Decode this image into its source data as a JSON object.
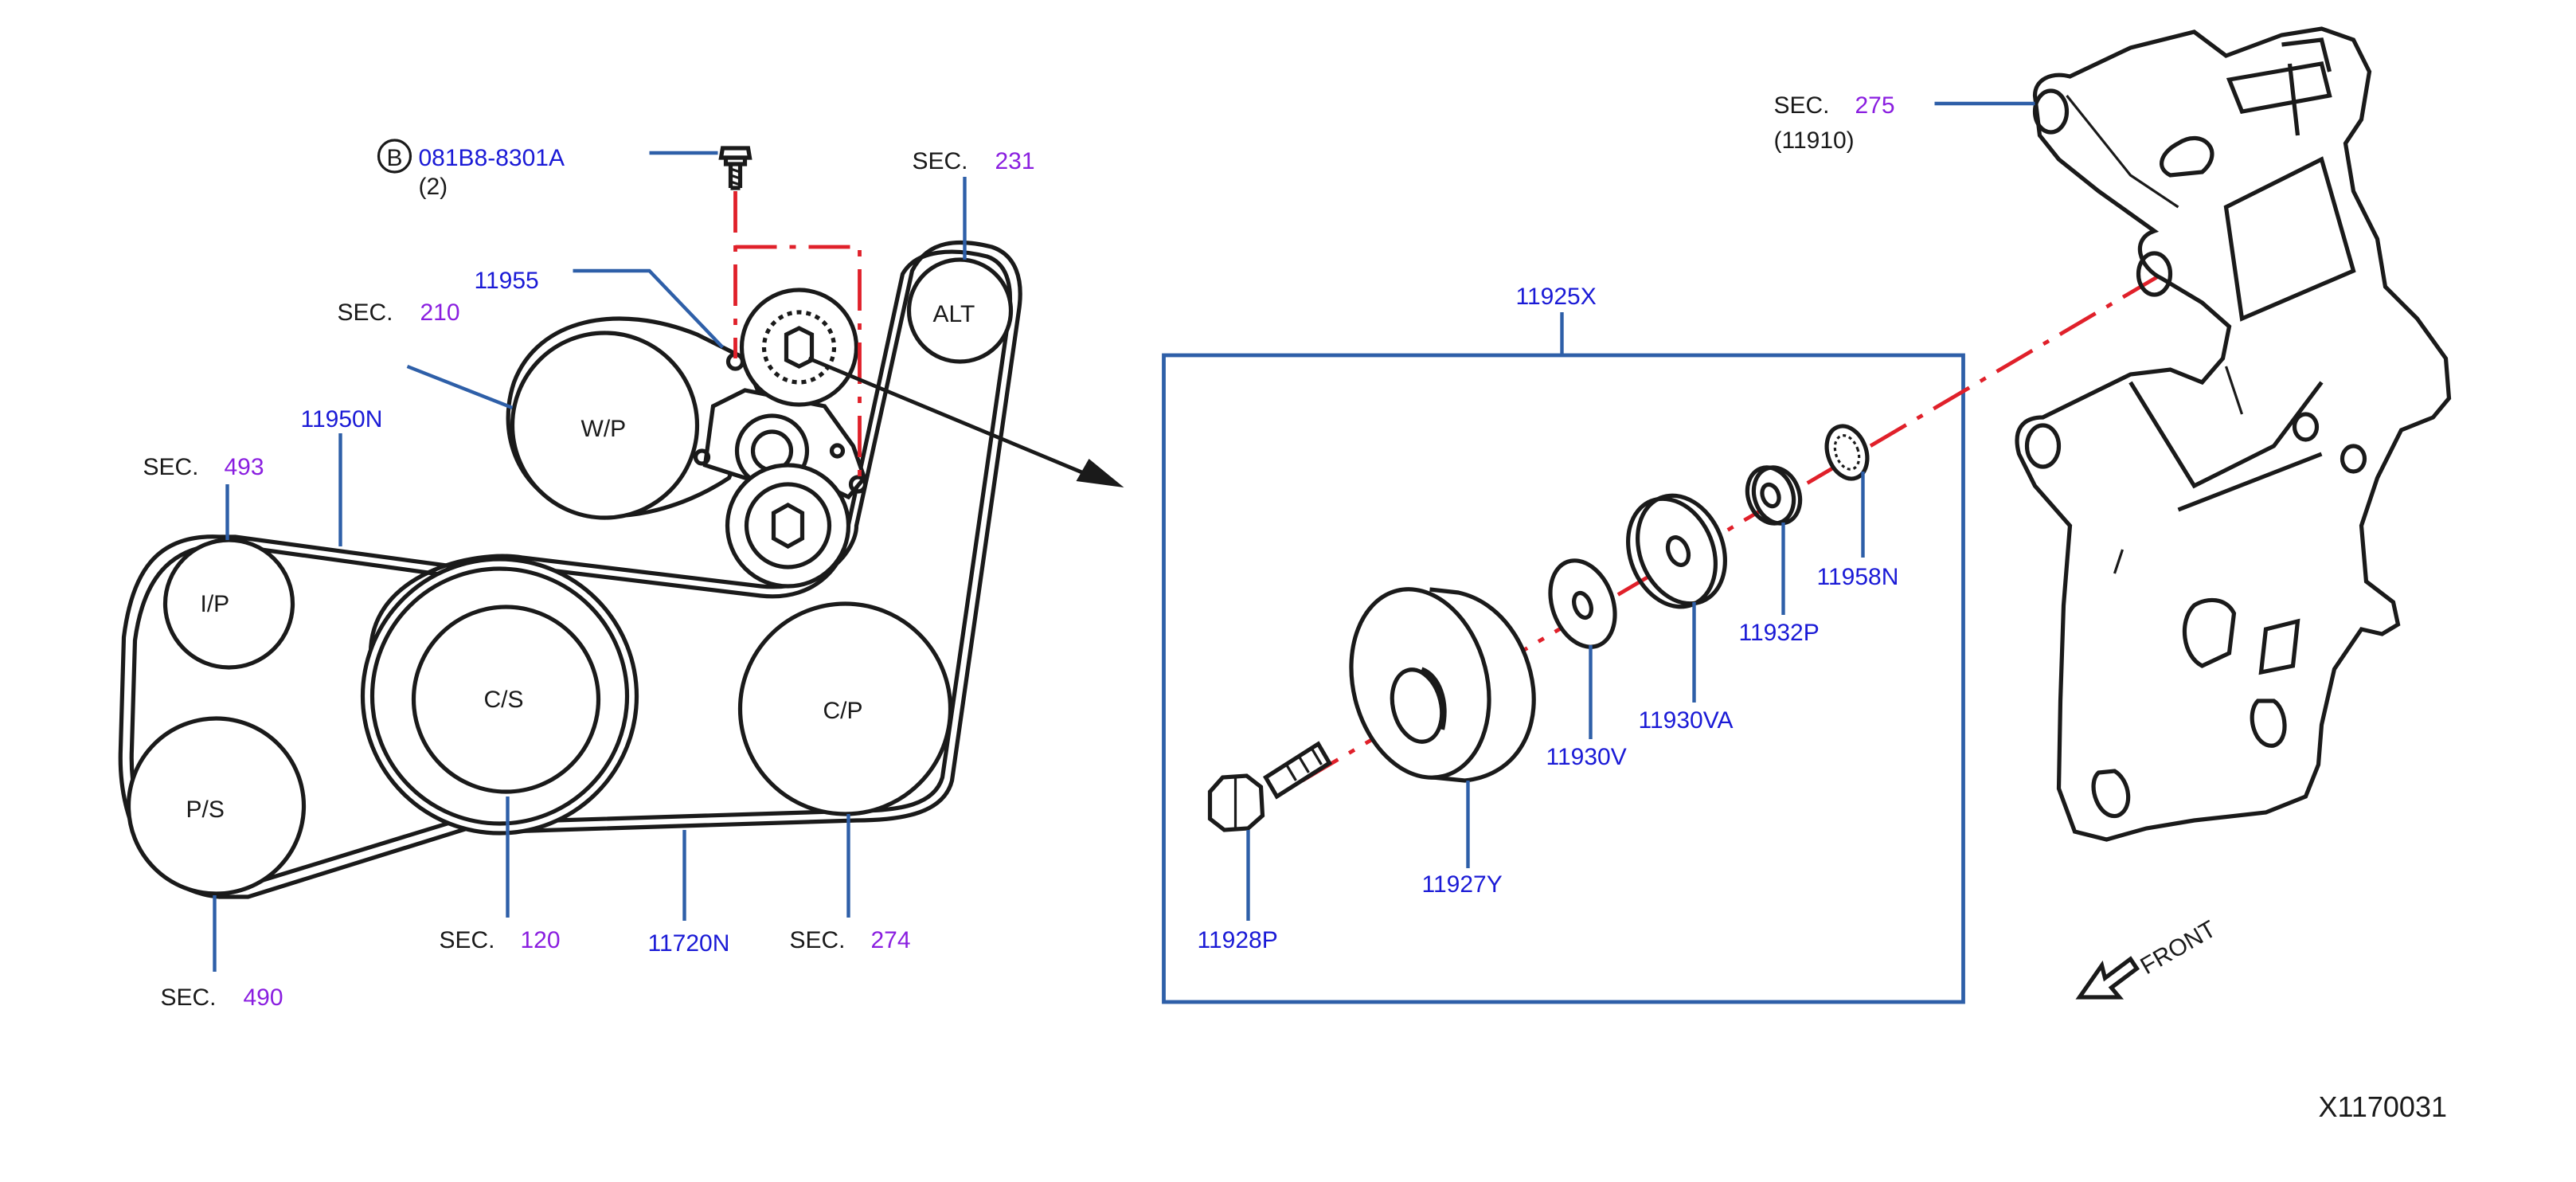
{
  "pulleys": {
    "wp": "W/P",
    "alt": "ALT",
    "ip": "I/P",
    "cs": "C/S",
    "cp": "C/P",
    "ps": "P/S"
  },
  "bolt_callout": {
    "badge": "B",
    "part": "081B8-8301A",
    "qty": "(2)"
  },
  "sec_prefix": "SEC.",
  "sections": {
    "s231": "231",
    "s210": "210",
    "s493": "493",
    "s120": "120",
    "s274": "274",
    "s490": "490",
    "s275": "275"
  },
  "sub_ref_275": "(11910)",
  "parts": {
    "p11955": "11955",
    "p11950N": "11950N",
    "p11720N": "11720N",
    "p11925X": "11925X",
    "p11958N": "11958N",
    "p11932P": "11932P",
    "p11930VA": "11930VA",
    "p11930V": "11930V",
    "p11927Y": "11927Y",
    "p11928P": "11928P"
  },
  "front_label": "FRONT",
  "figure_id": "X1170031",
  "colors": {
    "part_number": "#1a1ad6",
    "section_number": "#8a1ee0",
    "leader": "#2e5fa8",
    "centerline": "#e0202a"
  }
}
